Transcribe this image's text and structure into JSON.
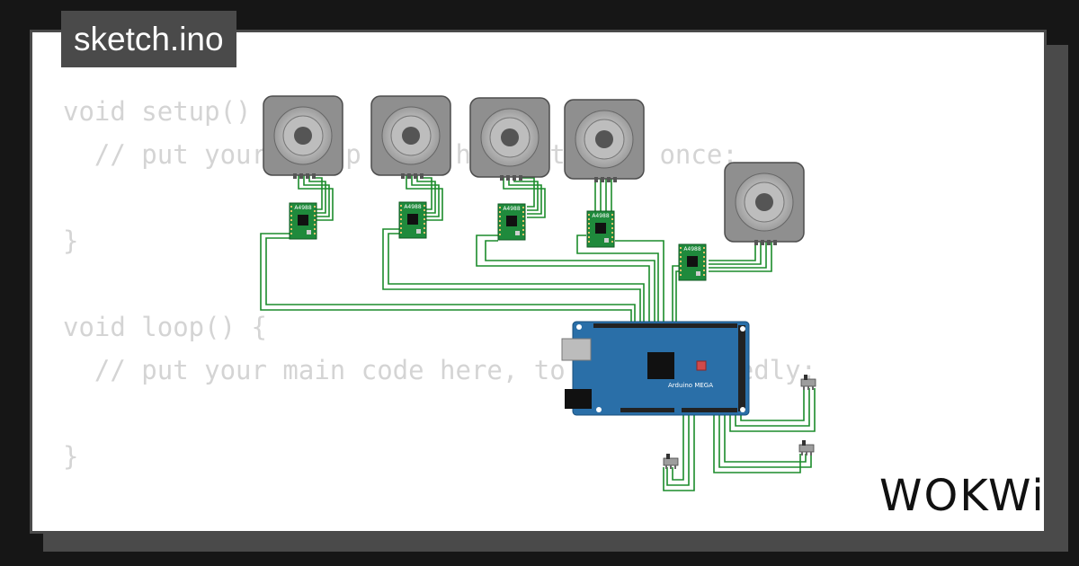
{
  "tab": {
    "filename": "sketch.ino"
  },
  "code": {
    "lines": [
      "void setup() {",
      "  // put your setup code here, to run once:",
      "",
      "}",
      "",
      "void loop() {",
      "  // put your main code here, to run repeatedly:",
      "",
      "}"
    ]
  },
  "board": {
    "label": "Arduino MEGA"
  },
  "drivers": {
    "label": "A4988"
  },
  "brand": {
    "name": "WOKWi"
  },
  "colors": {
    "wire": "#1c8c2b",
    "board": "#2a6fa8",
    "driver": "#1f8a3c",
    "motor": "#9a9a9a"
  },
  "icons": [
    "stepper-motor",
    "a4988-driver",
    "arduino-mega",
    "slide-switch"
  ]
}
